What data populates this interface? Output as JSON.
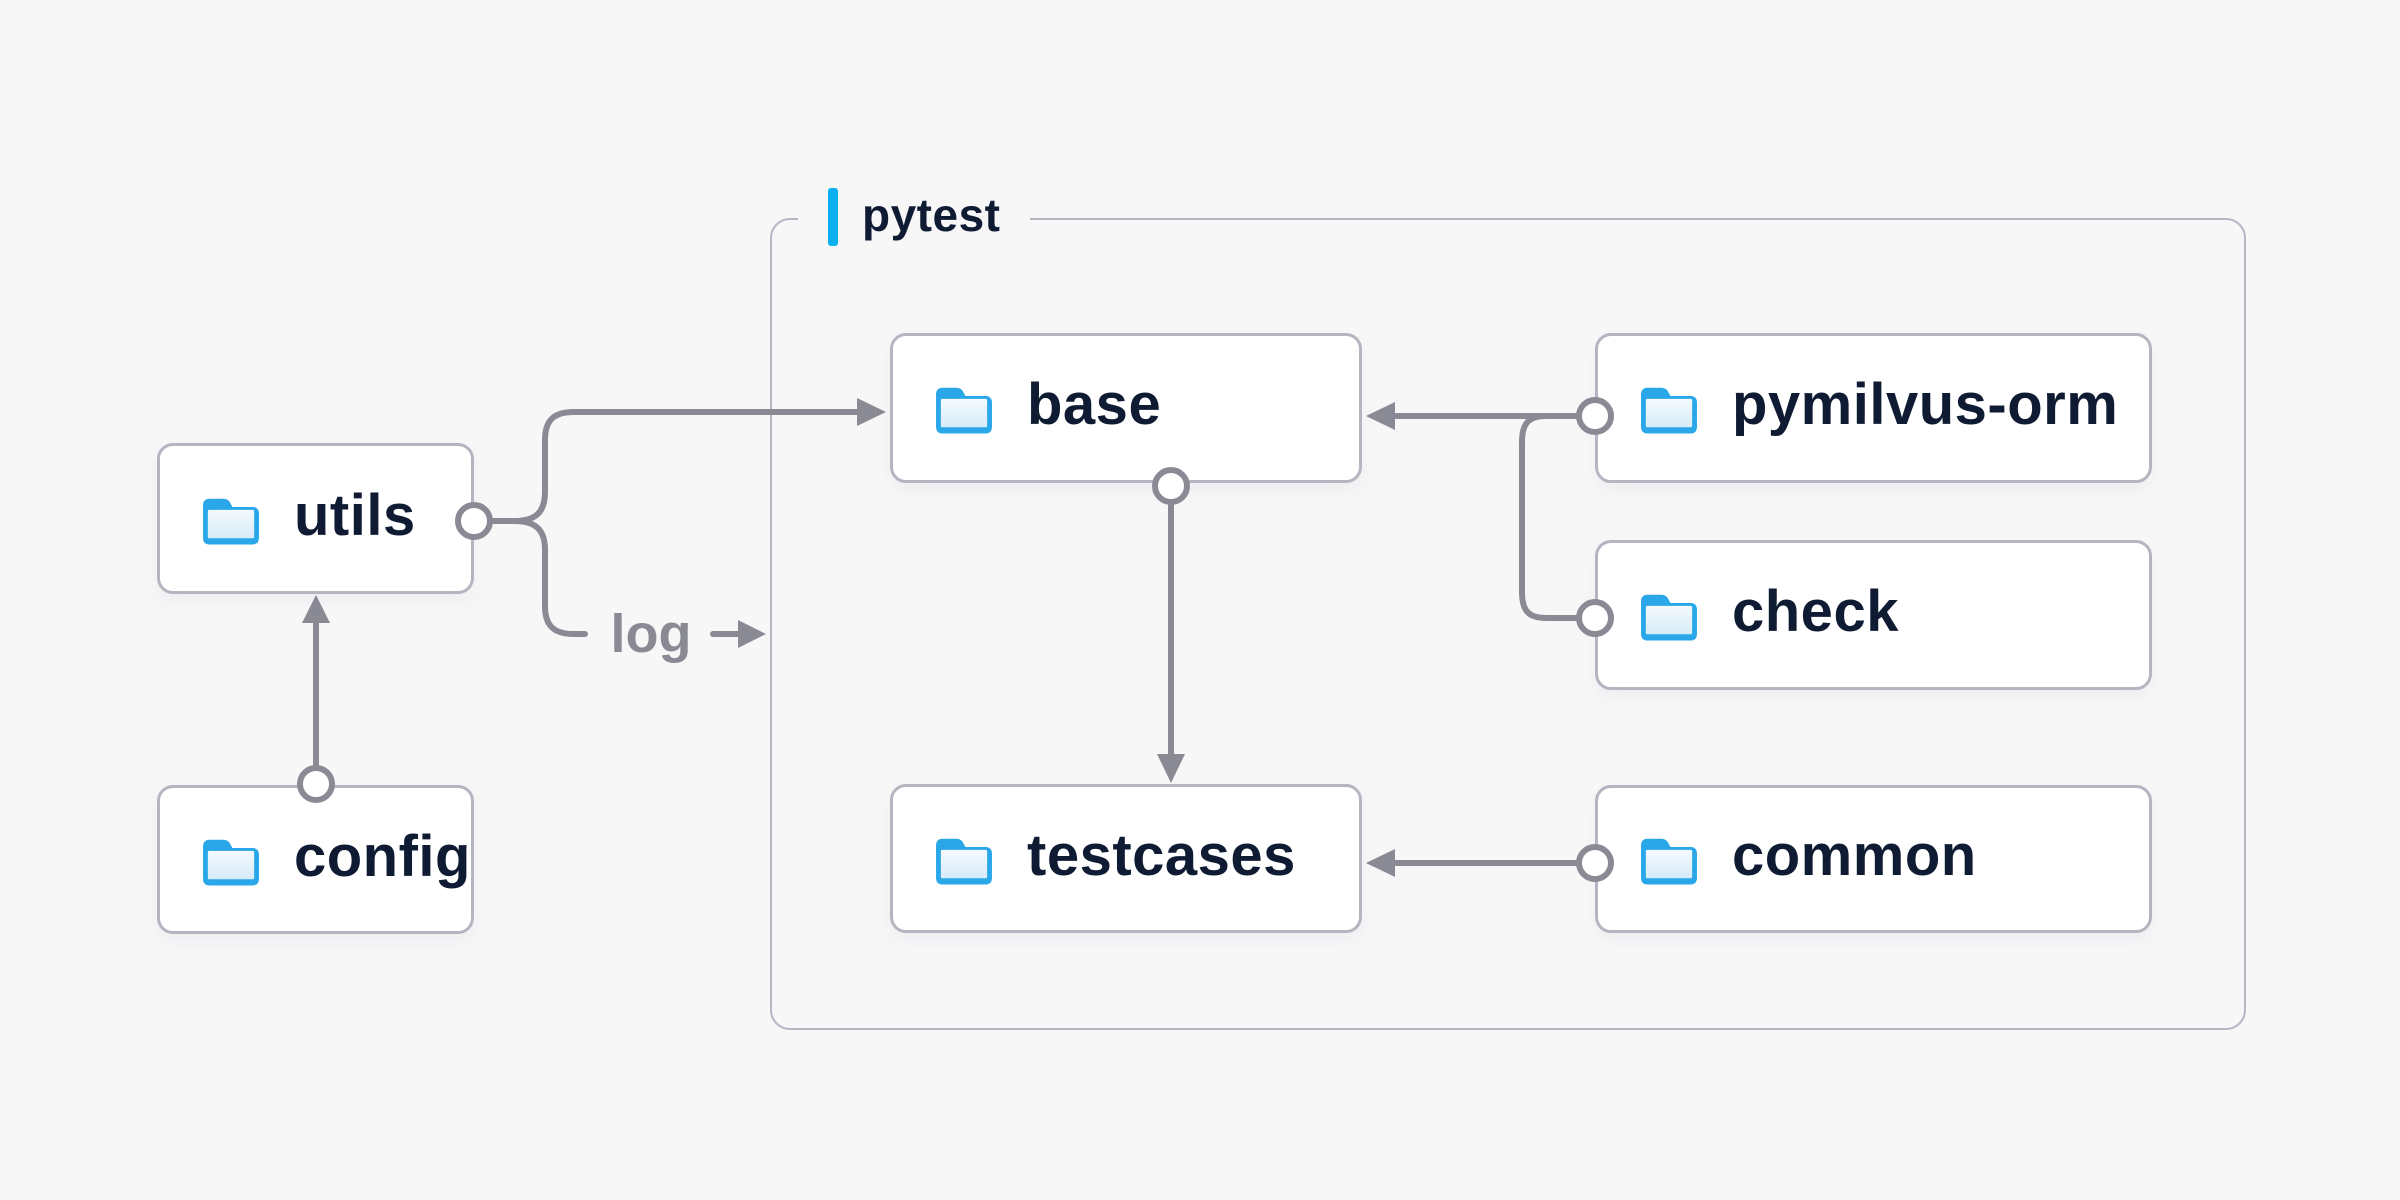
{
  "page": {
    "background_color": "#f7f7f8"
  },
  "group": {
    "label": "pytest",
    "accent_color": "#0ab1ee",
    "border_color": "#b7b7c3"
  },
  "nodes": {
    "utils": {
      "label": "utils"
    },
    "config": {
      "label": "config"
    },
    "base": {
      "label": "base"
    },
    "testcases": {
      "label": "testcases"
    },
    "pymilvus-orm": {
      "label": "pymilvus-orm"
    },
    "check": {
      "label": "check"
    },
    "common": {
      "label": "common"
    }
  },
  "edges": {
    "log_label": "log",
    "list": [
      {
        "from": "config",
        "to": "utils"
      },
      {
        "from": "utils",
        "to": "base"
      },
      {
        "from": "utils",
        "to": "log",
        "label": "log"
      },
      {
        "from": "pymilvus-orm",
        "to": "base"
      },
      {
        "from": "check",
        "to": "base"
      },
      {
        "from": "base",
        "to": "testcases"
      },
      {
        "from": "common",
        "to": "testcases"
      }
    ]
  },
  "colors": {
    "line": "#8a8a95",
    "node_border": "#b5b5c1",
    "node_text": "#0e1b33",
    "folder_blue": "#2aa7e9",
    "folder_face_light": "#f6fbfe",
    "folder_face_dark": "#d5eaf8"
  }
}
